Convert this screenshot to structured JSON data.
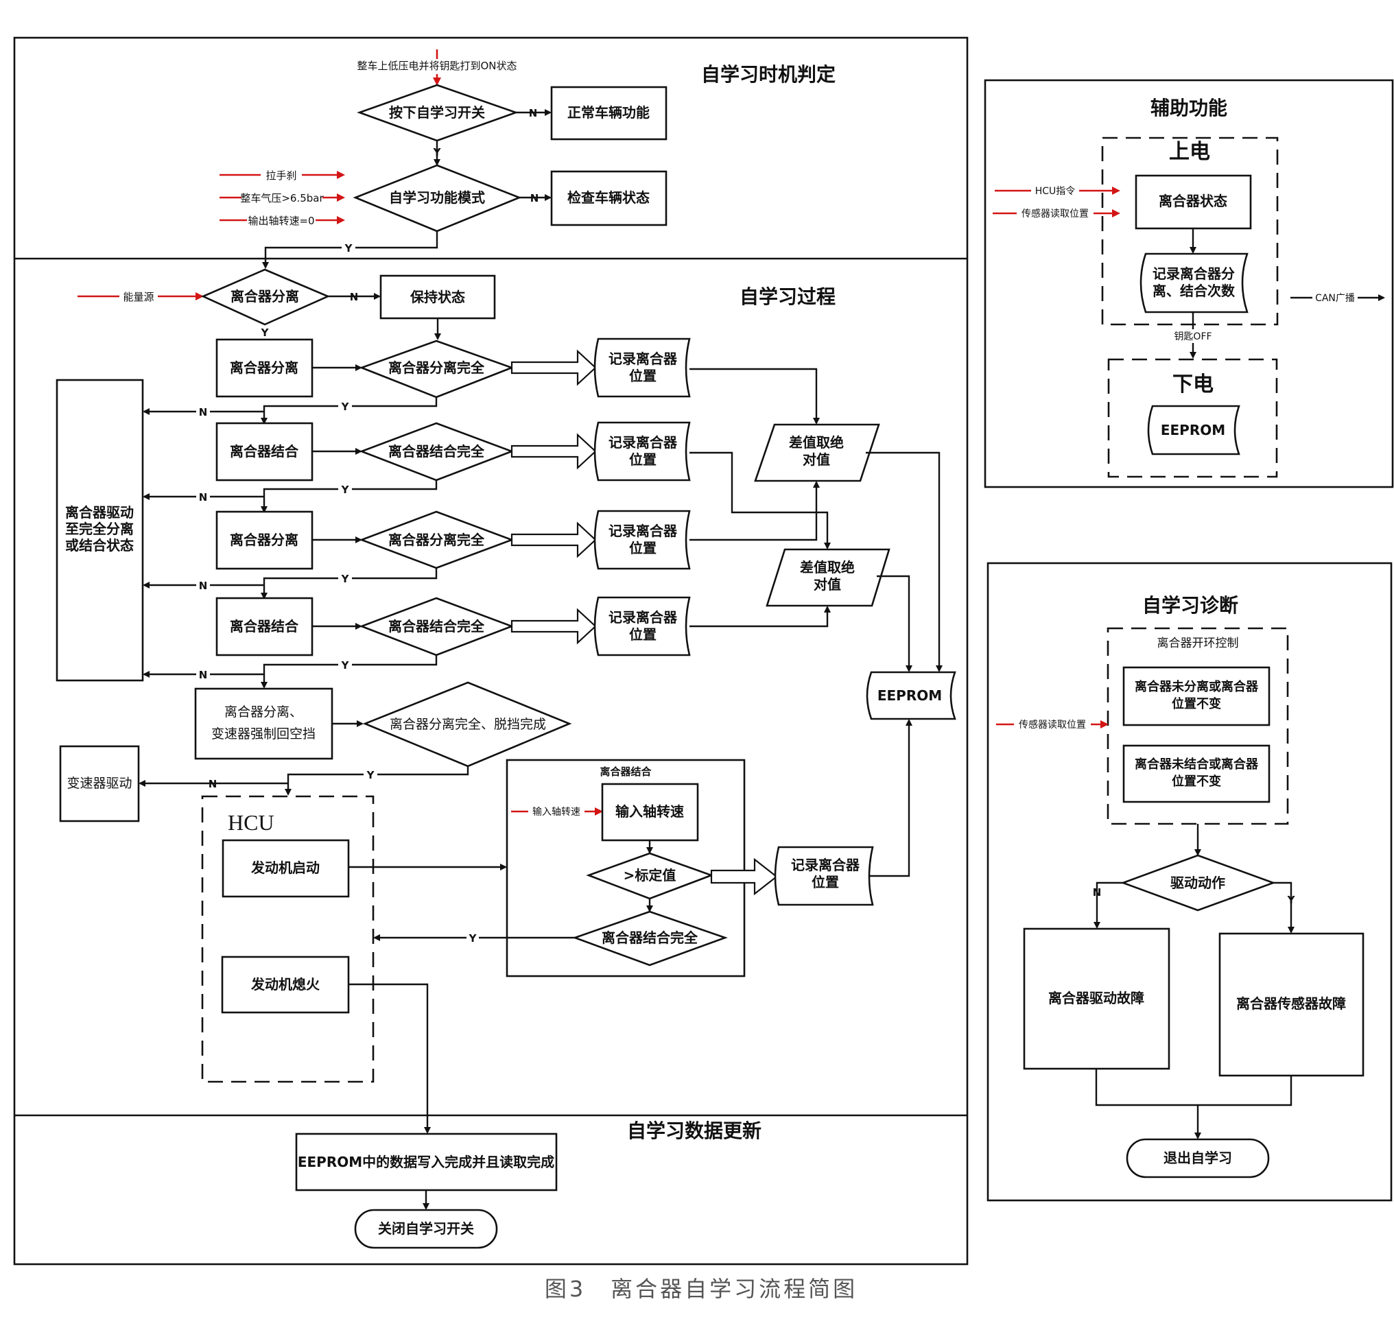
{
  "caption": "图3　离合器自学习流程简图",
  "sections": {
    "timing": {
      "title": "自学习时机判定",
      "trigger_input": "整车上低压电并将钥匙打到ON状态",
      "decision_switch": "按下自学习开关",
      "normal_function": "正常车辆功能",
      "decision_mode": "自学习功能模式",
      "check_vehicle": "检查车辆状态",
      "inputs": [
        "拉手刹",
        "整车气压>6.5bar",
        "输出轴转速=0"
      ]
    },
    "process": {
      "title": "自学习过程",
      "energy_input": "能量源",
      "decision_separate": "离合器分离",
      "hold_state": "保持状态",
      "drive_box": "离合器驱动至完全分离或结合状态",
      "drive_box_lines": [
        "离合器驱动",
        "至完全分离",
        "或结合状态"
      ],
      "steps": [
        {
          "action": "离合器分离",
          "check": "离合器分离完全",
          "record": [
            "记录离合器",
            "位置"
          ]
        },
        {
          "action": "离合器结合",
          "check": "离合器结合完全",
          "record": [
            "记录离合器",
            "位置"
          ]
        },
        {
          "action": "离合器分离",
          "check": "离合器分离完全",
          "record": [
            "记录离合器",
            "位置"
          ]
        },
        {
          "action": "离合器结合",
          "check": "离合器结合完全",
          "record": [
            "记录离合器",
            "位置"
          ]
        }
      ],
      "abs_diff": [
        "差值取绝",
        "对值"
      ],
      "eeprom": "EEPROM",
      "neutral_action": [
        "离合器分离、",
        "变速器强制回空挡"
      ],
      "neutral_check": "离合器分离完全、脱挡完成",
      "gearbox_drive": "变速器驱动",
      "hcu": {
        "title": "HCU",
        "engine_start": "发动机启动",
        "engine_off": "发动机熄火"
      },
      "engage_group": {
        "title": "离合器结合",
        "input_label": "输入轴转速",
        "input_speed": "输入轴转速",
        "threshold": ">标定值",
        "engage_done": "离合器结合完全",
        "record": [
          "记录离合器",
          "位置"
        ]
      }
    },
    "update": {
      "title": "自学习数据更新",
      "write_read": "EEPROM中的数据写入完成并且读取完成",
      "close_switch": "关闭自学习开关"
    },
    "auxiliary": {
      "title": "辅助功能",
      "power_on": "上电",
      "inputs": [
        "HCU指令",
        "传感器读取位置"
      ],
      "clutch_state": "离合器状态",
      "record_counts": [
        "记录离合器分",
        "离、结合次数"
      ],
      "can_broadcast": "CAN广播",
      "key_off": "钥匙OFF",
      "power_off": "下电",
      "eeprom": "EEPROM"
    },
    "diagnosis": {
      "title": "自学习诊断",
      "open_loop": "离合器开环控制",
      "input": "传感器读取位置",
      "not_separated": [
        "离合器未分离或离合器",
        "位置不变"
      ],
      "not_engaged": [
        "离合器未结合或离合器",
        "位置不变"
      ],
      "decision": "驱动动作",
      "drive_fault": "离合器驱动故障",
      "sensor_fault": "离合器传感器故障",
      "exit": "退出自学习"
    }
  },
  "labels": {
    "yes": "Y",
    "no": "N"
  },
  "colors": {
    "signal": "#d31515",
    "line": "#111111",
    "caption": "#555555"
  }
}
